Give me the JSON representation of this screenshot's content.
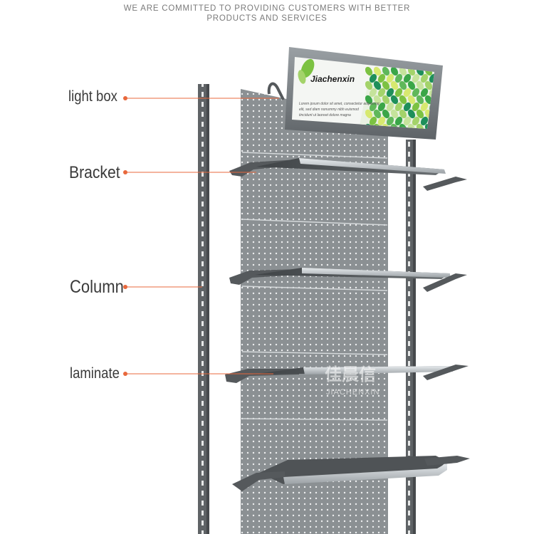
{
  "header": {
    "line1": "WE ARE COMMITTED TO PROVIDING CUSTOMERS WITH BETTER",
    "line2": "PRODUCTS AND SERVICES"
  },
  "callouts": {
    "light_box": "light box",
    "bracket": "Bracket",
    "column": "Column",
    "laminate": "laminate"
  },
  "light_box": {
    "brand": "Jiachenxin",
    "lines": [
      "Lorem ipsum dolor sit amet, consectetur adipiscing",
      "elit, sed diam nonummy nibh euismod",
      "tincidunt ut laoreet dolore magna"
    ]
  },
  "watermark": {
    "chinese": "佳晨信",
    "latin": "JIACHENXIN"
  },
  "colors": {
    "accent": "#e8683c",
    "metal": "#5c6063",
    "panel": "#8e9396",
    "shelf": "#4f5356",
    "shelf_edge": "#c9ced2",
    "leaf_green": "#7cc242"
  }
}
